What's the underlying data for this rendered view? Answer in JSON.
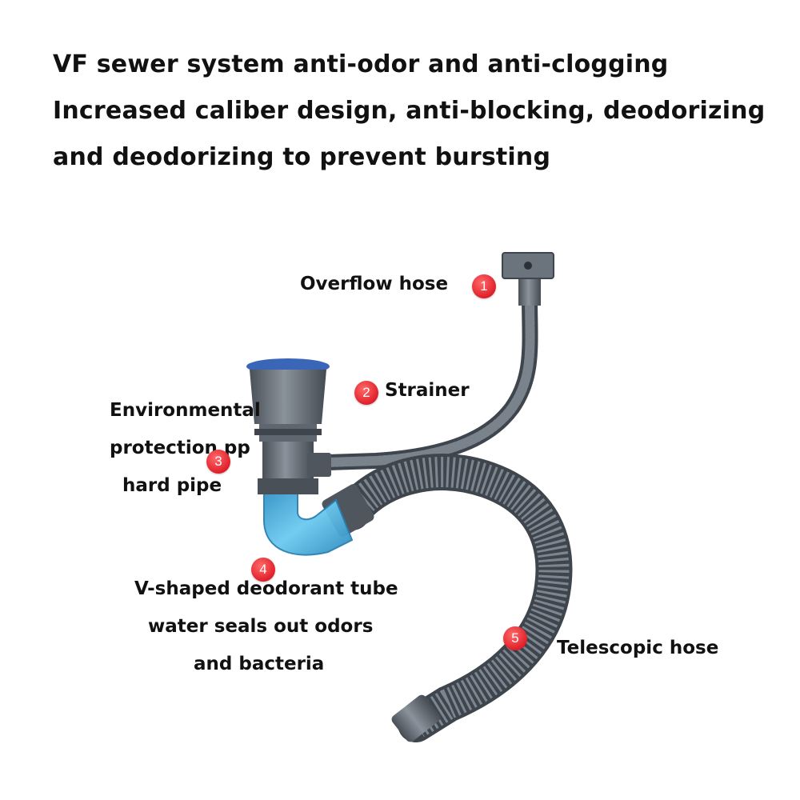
{
  "headline": {
    "line1": "VF sewer system anti-odor and anti-clogging",
    "line2": "Increased caliber design, anti-blocking, deodorizing",
    "line3": "and deodorizing to prevent bursting"
  },
  "callouts": [
    {
      "number": "1",
      "lines": [
        "Overflow hose"
      ]
    },
    {
      "number": "2",
      "lines": [
        "Strainer"
      ]
    },
    {
      "number": "3",
      "lines": [
        "Environmental",
        "protection pp",
        "hard pipe"
      ]
    },
    {
      "number": "4",
      "lines": [
        "V-shaped deodorant tube",
        "water seals out odors",
        "and bacteria"
      ]
    },
    {
      "number": "5",
      "lines": [
        "Telescopic hose"
      ]
    }
  ],
  "colors": {
    "pipe_gray": "#5e6670",
    "pipe_dark": "#3f454c",
    "trap_blue": "#3aa9d8",
    "strainer_rim": "#3a66b8",
    "badge_red": "#e0202a"
  }
}
